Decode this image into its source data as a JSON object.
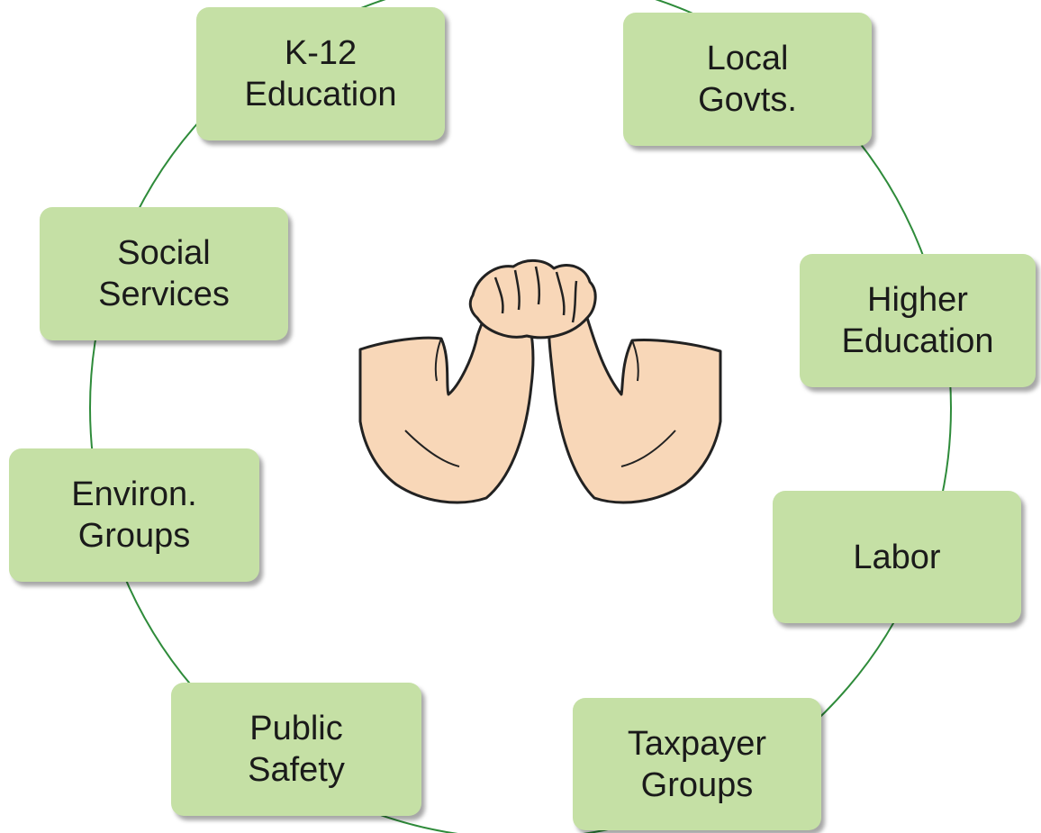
{
  "diagram": {
    "ring_color": "#2e8b3a",
    "box_color": "#c5e0a5",
    "center_icon": "arm-wrestling-arms-icon",
    "nodes": [
      {
        "id": "k12",
        "lines": [
          "K-12",
          "Education"
        ]
      },
      {
        "id": "local-govts",
        "lines": [
          "Local",
          "Govts."
        ]
      },
      {
        "id": "higher-education",
        "lines": [
          "Higher",
          "Education"
        ]
      },
      {
        "id": "labor",
        "lines": [
          "Labor"
        ]
      },
      {
        "id": "taxpayer-groups",
        "lines": [
          "Taxpayer",
          "Groups"
        ]
      },
      {
        "id": "public-safety",
        "lines": [
          "Public",
          "Safety"
        ]
      },
      {
        "id": "environ-groups",
        "lines": [
          "Environ.",
          "Groups"
        ]
      },
      {
        "id": "social-services",
        "lines": [
          "Social",
          "Services"
        ]
      }
    ]
  }
}
